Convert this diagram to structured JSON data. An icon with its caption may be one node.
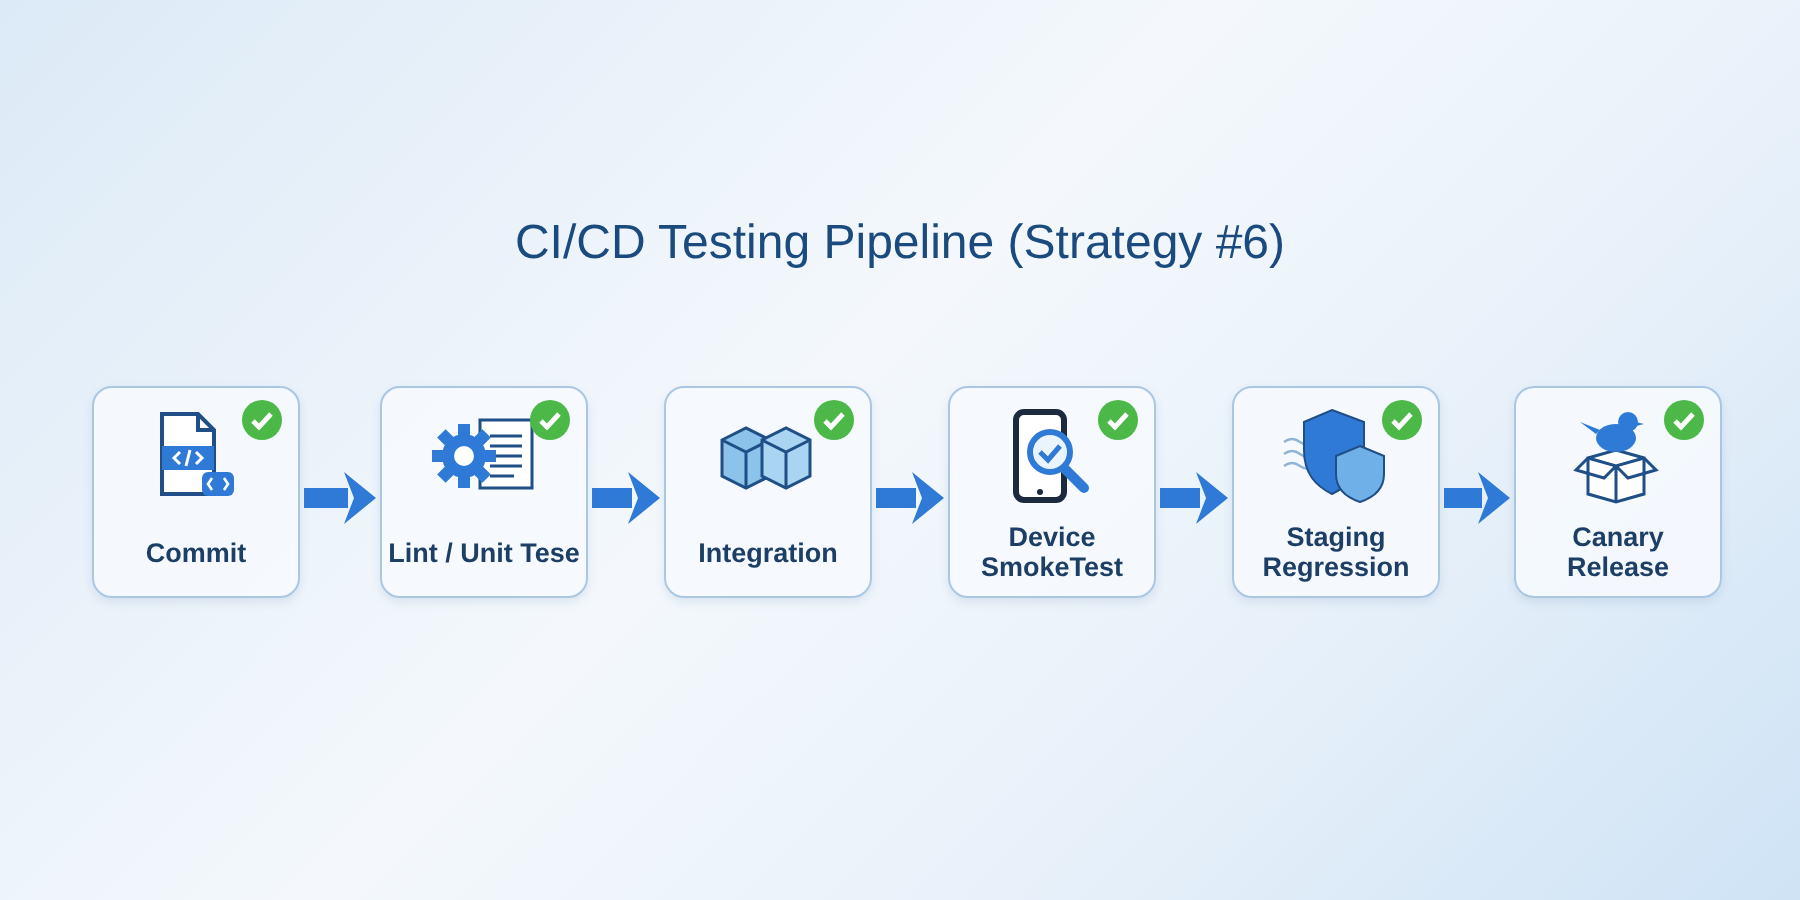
{
  "diagram": {
    "title": "CI/CD Testing Pipeline (Strategy #6)",
    "nodes": [
      {
        "text": [
          "Commit"
        ]
      },
      {
        "text": [
          "Lint / Unit Tese"
        ]
      },
      {
        "text": [
          "Integration"
        ]
      },
      {
        "text": [
          "Device SmokeTest"
        ]
      },
      {
        "text": [
          "Staging Regression"
        ]
      },
      {
        "text": [
          "Canary Release"
        ]
      }
    ],
    "edges": [
      {
        "from": 0,
        "to": 1,
        "arrow": "to"
      },
      {
        "from": 1,
        "to": 2,
        "arrow": "to"
      },
      {
        "from": 2,
        "to": 3,
        "arrow": "to"
      },
      {
        "from": 3,
        "to": 4,
        "arrow": "to"
      },
      {
        "from": 4,
        "to": 5,
        "arrow": "to"
      }
    ]
  }
}
